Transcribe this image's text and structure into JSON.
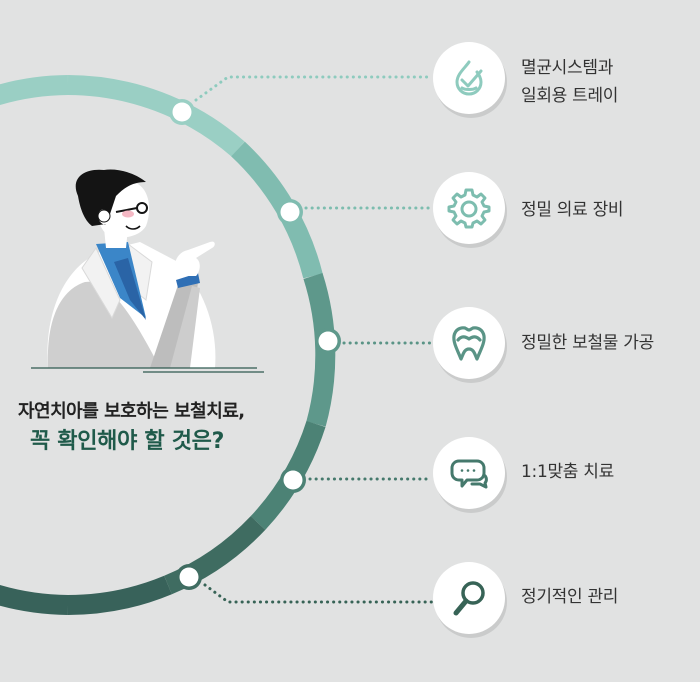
{
  "headline": {
    "line1": "자연치아를 보호하는 보철치료,",
    "line2": "꼭 확인해야 할 것은?",
    "line2_color": "#1f5a4a"
  },
  "colors": {
    "background": "#e1e2e2",
    "arc_segments": [
      "#9acfc4",
      "#9acfc4",
      "#82bdb1",
      "#5e9a8c",
      "#4e8577",
      "#3f6d62",
      "#375f55"
    ],
    "doctor_tie": "#2f6fb5",
    "underline": "#2f5a50"
  },
  "items": [
    {
      "label_line1": "멸균시스템과",
      "label_line2": "일회용 트레이",
      "icon": "sterile-drop-check-icon",
      "color": "#8ecbbe"
    },
    {
      "label_line1": "정밀 의료 장비",
      "label_line2": "",
      "icon": "gear-icon",
      "color": "#7dbdaf"
    },
    {
      "label_line1": "정밀한 보철물 가공",
      "label_line2": "",
      "icon": "tooth-icon",
      "color": "#5a9486"
    },
    {
      "label_line1": "1:1맞춤 치료",
      "label_line2": "",
      "icon": "chat-bubbles-icon",
      "color": "#45796c"
    },
    {
      "label_line1": "정기적인 관리",
      "label_line2": "",
      "icon": "magnifier-icon",
      "color": "#376356"
    }
  ]
}
